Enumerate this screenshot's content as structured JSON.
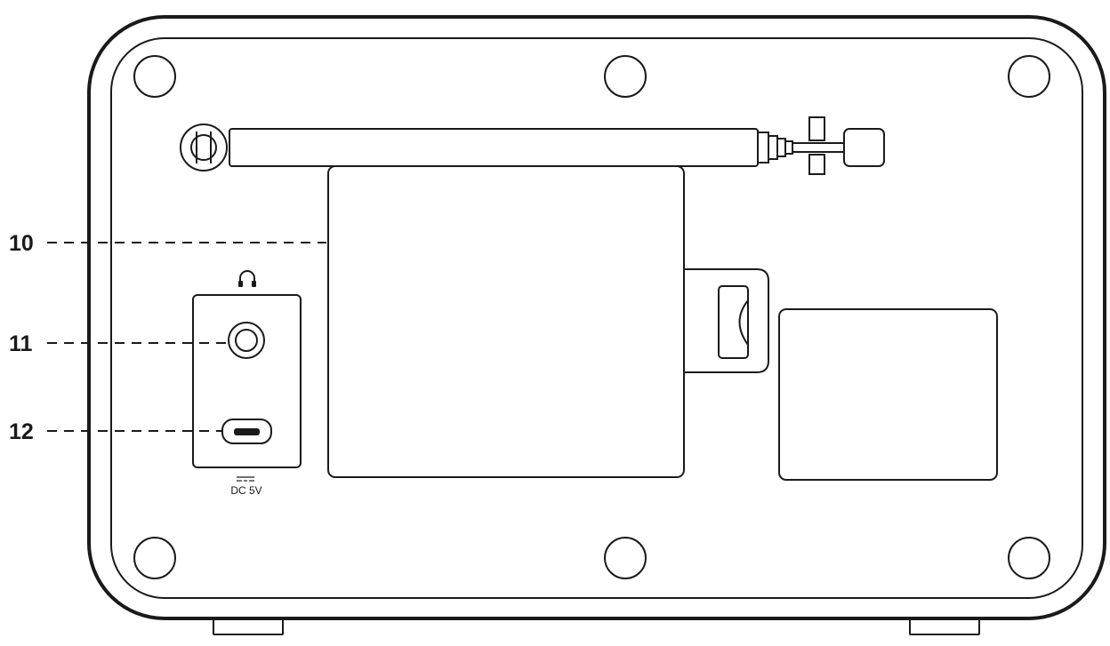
{
  "callouts": [
    {
      "number": "10"
    },
    {
      "number": "11"
    },
    {
      "number": "12"
    }
  ],
  "power_label": "DC 5V",
  "icons": {
    "headphone": "headphone-icon"
  },
  "colors": {
    "line": "#1a1a1a",
    "background": "#ffffff"
  }
}
